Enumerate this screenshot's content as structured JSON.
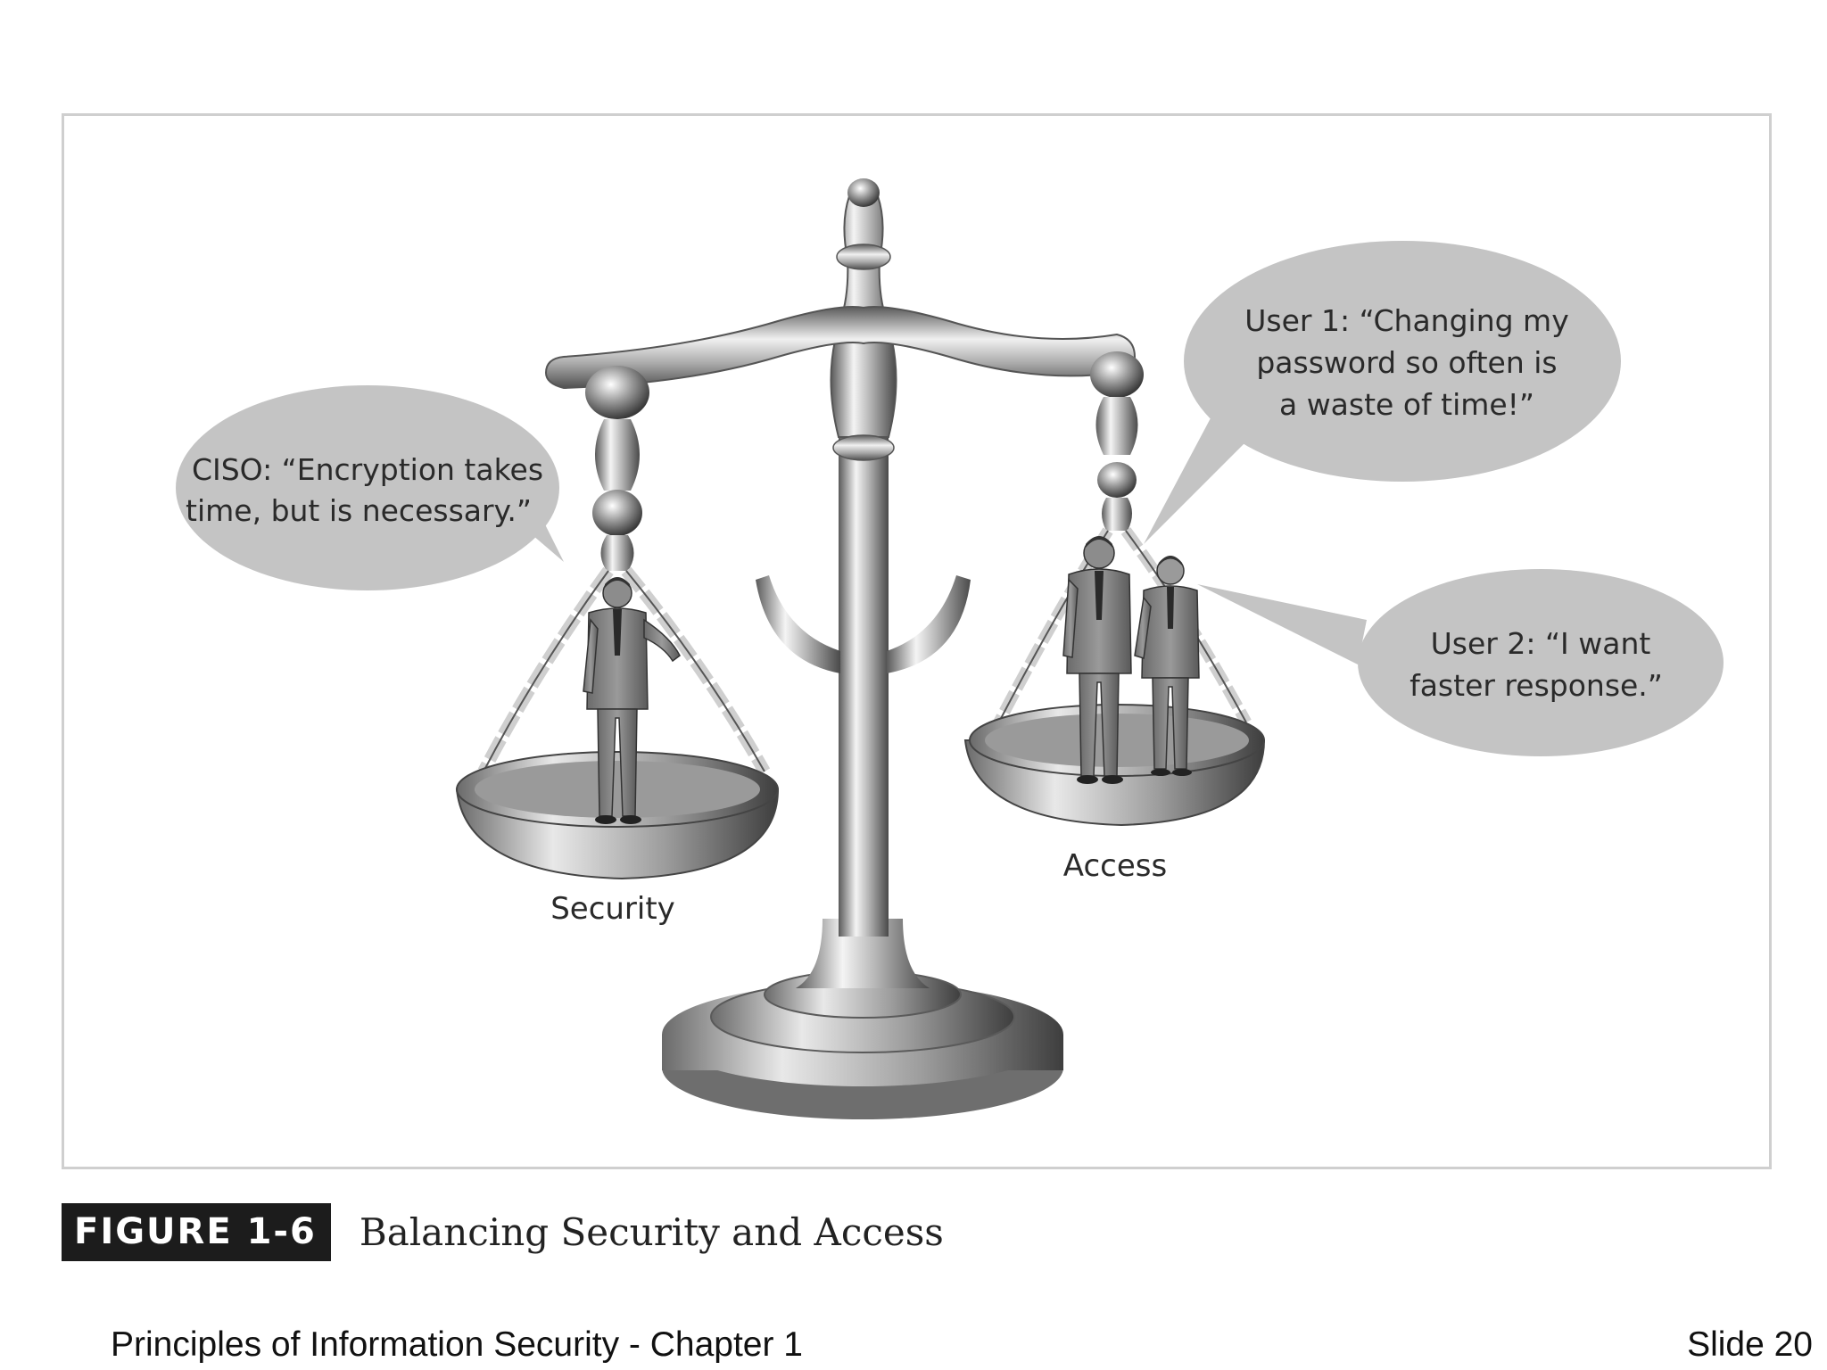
{
  "figure": {
    "bubbles": {
      "ciso": {
        "lines": [
          "CISO: “Encryption takes",
          "time, but is necessary.”"
        ]
      },
      "user1": {
        "lines": [
          "User 1: “Changing my",
          "password so often is",
          "a waste of time!”"
        ]
      },
      "user2": {
        "lines": [
          "User 2: “I want",
          "faster response.”"
        ]
      }
    },
    "pan_labels": {
      "left": "Security",
      "right": "Access"
    },
    "icons": [
      "balance-scale-icon",
      "businessman-icon"
    ],
    "colors": {
      "bubble_fill": "#c4c4c4",
      "metal_dark": "#555555",
      "metal_light": "#f2f2f2"
    }
  },
  "caption": {
    "tag": "FIGURE 1-6",
    "title": "Balancing Security and Access"
  },
  "footer": {
    "left": "Principles of Information Security - Chapter 1",
    "right": "Slide 20"
  }
}
